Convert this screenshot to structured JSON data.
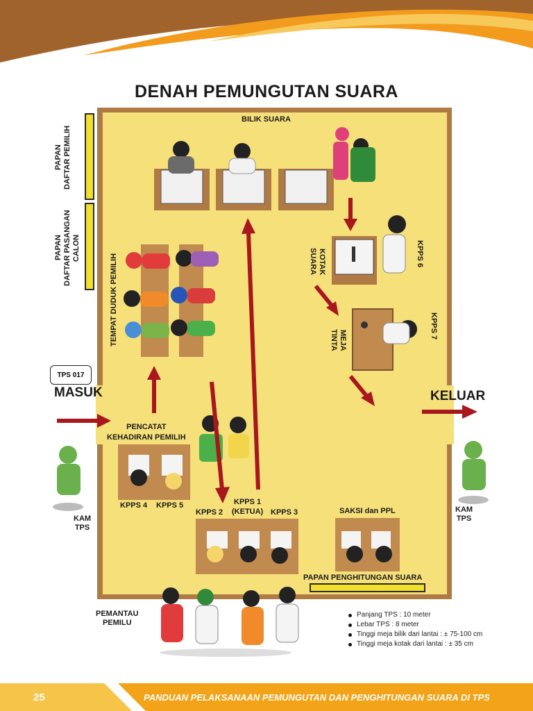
{
  "title": "DENAH PEMUNGUTAN SUARA",
  "labels": {
    "bilik_suara": "BILIK SUARA",
    "papan_daftar_pemilih": [
      "PAPAN",
      "DAFTAR PEMILIH"
    ],
    "papan_daftar_pasangan_calon": [
      "PAPAN",
      "DAFTAR PASANGAN",
      "CALON"
    ],
    "tempat_duduk_pemilih": "TEMPAT DUDUK PEMILIH",
    "kotak_suara": [
      "KOTAK",
      "SUARA"
    ],
    "kpps6": "KPPS 6",
    "meja_tinta": [
      "MEJA",
      "TINTA"
    ],
    "kpps7": "KPPS 7",
    "tps_badge": "TPS 017",
    "masuk": "MASUK",
    "keluar": "KELUAR",
    "pencatat": [
      "PENCATAT",
      "KEHADIRAN PEMILIH"
    ],
    "kpps4": "KPPS 4",
    "kpps5": "KPPS 5",
    "kpps1": [
      "KPPS 1",
      "(KETUA)"
    ],
    "kpps2": "KPPS 2",
    "kpps3": "KPPS 3",
    "saksi": "SAKSI dan PPL",
    "papan_penghitungan": "PAPAN PENGHITUNGAN SUARA",
    "kam_tps": [
      "KAM",
      "TPS"
    ],
    "pemantau": [
      "PEMANTAU",
      "PEMILU"
    ]
  },
  "notes": [
    "Panjang TPS : 10 meter",
    "Lebar TPS      : 8 meter",
    "Tinggi meja bilik dari lantai    : ± 75-100 cm",
    "Tinggi meja kotak dari lantai   : ± 35 cm"
  ],
  "footer": {
    "page_number": "25",
    "text": "PANDUAN PELAKSANAAN PEMUNGUTAN DAN PENGHITUNGAN SUARA DI TPS"
  },
  "colors": {
    "floor": "#f6e07a",
    "wall": "#b07a45",
    "arrow": "#a8161e",
    "footer": "#f2a317",
    "header_orange": "#f29b1d",
    "header_brown": "#a0632c"
  }
}
